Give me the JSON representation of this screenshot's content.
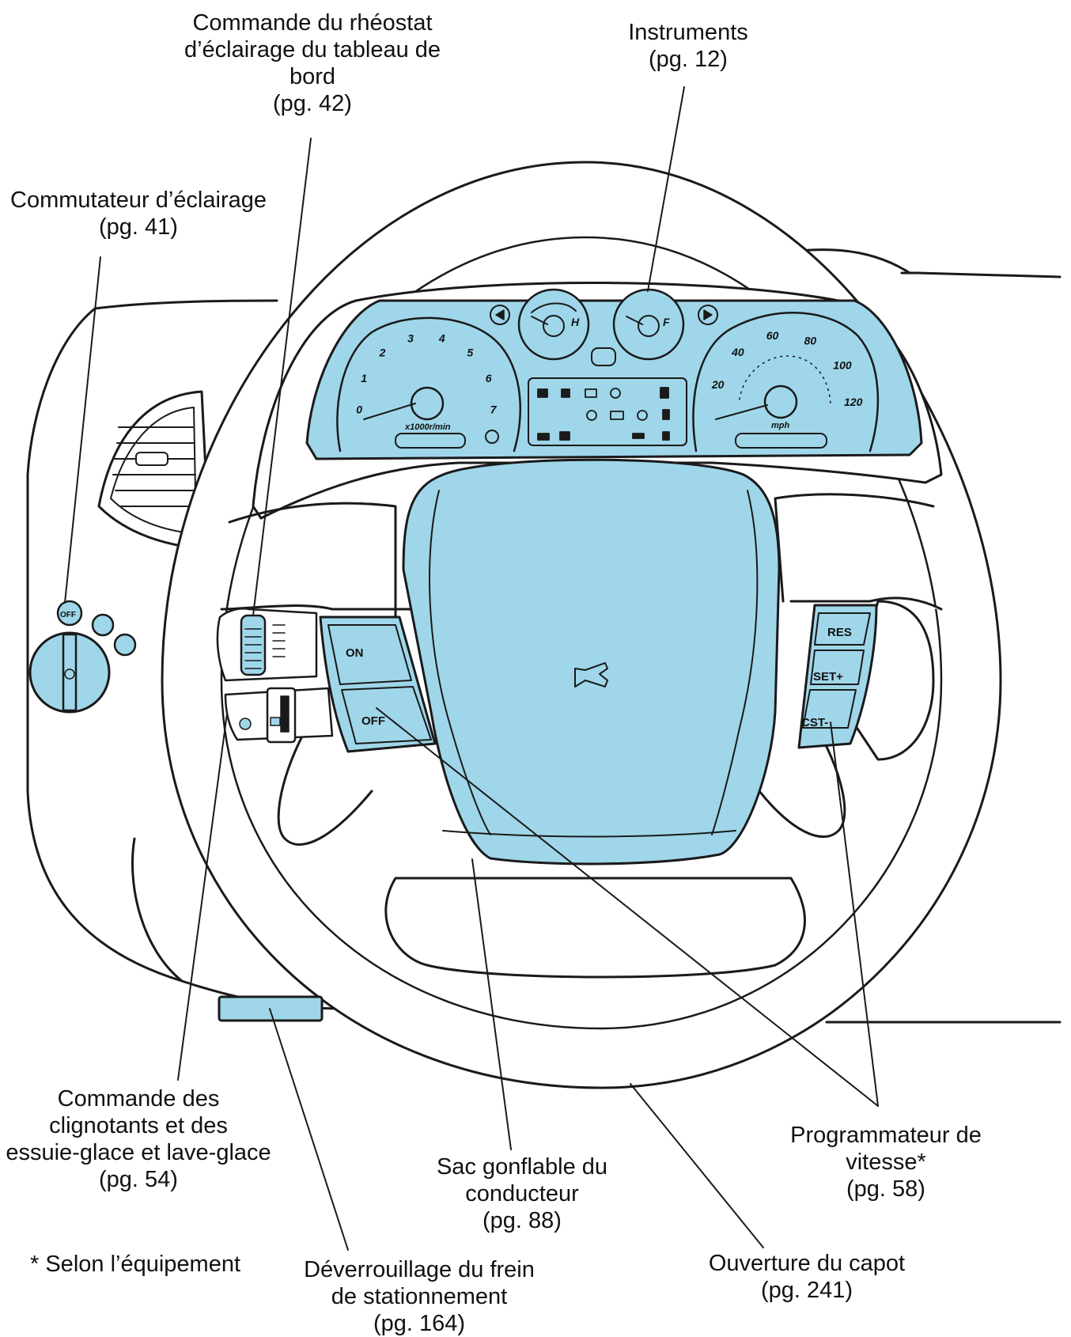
{
  "colors": {
    "accent": "#9fd6ea",
    "line": "#1a1a1a"
  },
  "labels": {
    "rheostat": {
      "lines": [
        "Commande du rhéostat",
        "d’éclairage du tableau de",
        "bord",
        "(pg. 42)"
      ]
    },
    "instruments": {
      "lines": [
        "Instruments",
        "(pg. 12)"
      ]
    },
    "lighting_switch": {
      "lines": [
        "Commutateur d’éclairage",
        "(pg. 41)"
      ]
    },
    "turn_wiper": {
      "lines": [
        "Commande des",
        "clignotants et des",
        "essuie-glace et lave-glace",
        "(pg. 54)"
      ]
    },
    "airbag": {
      "lines": [
        "Sac gonflable du",
        "conducteur",
        "(pg. 88)"
      ]
    },
    "cruise": {
      "lines": [
        "Programmateur de",
        "vitesse*",
        "(pg. 58)"
      ]
    },
    "parking_brake": {
      "lines": [
        "Déverrouillage du frein",
        "de stationnement",
        "(pg. 164)"
      ]
    },
    "hood": {
      "lines": [
        "Ouverture du capot",
        "(pg. 241)"
      ]
    }
  },
  "footnote": "* Selon l’équipement",
  "buttons": {
    "on": "ON",
    "off": "OFF",
    "res": "RES",
    "set": "SET+",
    "cst": "CST-",
    "knob_off": "OFF"
  },
  "gauges": {
    "tach_numbers": [
      "0",
      "1",
      "2",
      "3",
      "4",
      "5",
      "6",
      "7"
    ],
    "tach_unit": "x1000r/min",
    "speed_numbers": [
      "20",
      "40",
      "60",
      "80",
      "100",
      "120"
    ],
    "speed_unit": "mph",
    "temp_mark": "H",
    "fuel_mark": "F"
  }
}
